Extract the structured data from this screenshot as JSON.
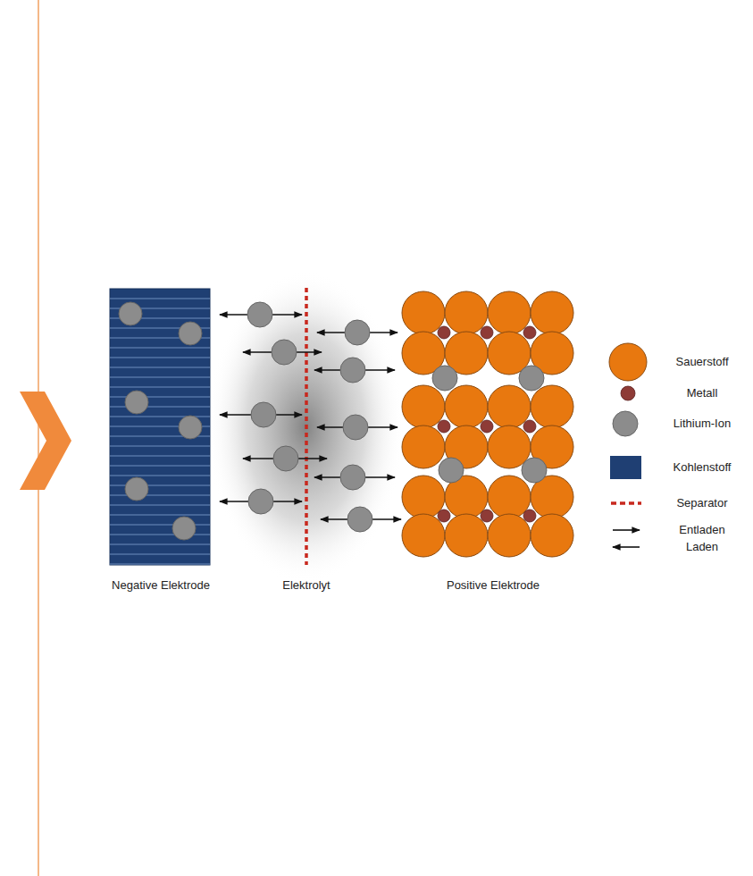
{
  "diagram": {
    "labels": [
      "Negative Elektrode",
      "Elektrolyt",
      "Positive Elektrode"
    ],
    "legend": [
      {
        "text": "Sauerstoff",
        "color": "#e8780f"
      },
      {
        "text": "Metall",
        "color": "#8e3b36"
      },
      {
        "text": "Lithium-Ion",
        "color": "#8c8c8c"
      },
      {
        "text": "Kohlenstoff",
        "color": "#1f3f73"
      },
      {
        "text": "Separator"
      },
      {
        "text": "Entladen"
      },
      {
        "text": "Laden"
      }
    ]
  }
}
